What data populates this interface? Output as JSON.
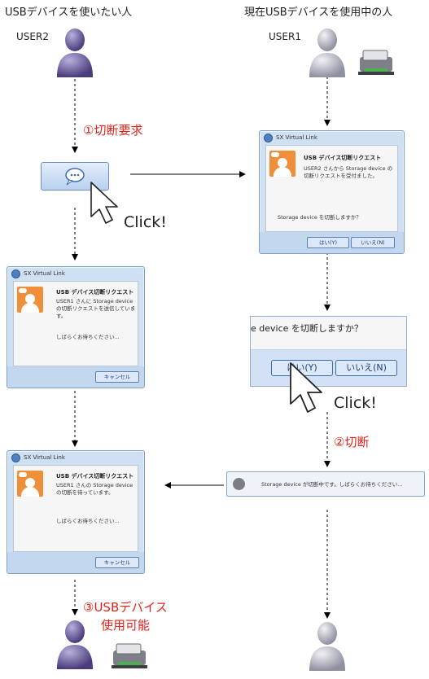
{
  "headers": {
    "left": "USBデバイスを使いたい人",
    "right": "現在USBデバイスを使用中の人"
  },
  "users": {
    "user2": "USER2",
    "user1": "USER1"
  },
  "steps": {
    "step1": "①切断要求",
    "step2": "②切断",
    "step3_line1": "③USBデバイス",
    "step3_line2": "使用可能"
  },
  "click_label_1": "Click!",
  "click_label_2": "Click!",
  "dialog_request": {
    "window_title": "SX Virtual Link",
    "heading": "USB デバイス切断リクエスト",
    "message": "USER2 さんから Storage device の切断リクエストを受付ました。",
    "question": "Storage device を切断しますか？",
    "yes_button": "はい(Y)",
    "no_button": "いいえ(N)"
  },
  "dialog_waiting_1": {
    "window_title": "SX Virtual Link",
    "heading": "USB デバイス切断リクエスト",
    "message": "USER1 さんに Storage device の切断リクエストを送信しています。",
    "note": "しばらくお待ちください...",
    "cancel_button": "キャンセル"
  },
  "dialog_waiting_2": {
    "window_title": "SX Virtual Link",
    "heading": "USB デバイス切断リクエスト",
    "message": "USER1 さんの Storage device の切断を待っています。",
    "note": "しばらくお待ちください...",
    "cancel_button": "キャンセル"
  },
  "zoomed_dialog": {
    "question": "e device を切断しますか？",
    "yes_button": "はい(Y)",
    "no_button": "いいえ(N)"
  },
  "notification": {
    "text": "Storage device が切断中です。しばらくお待ちください..."
  },
  "colors": {
    "step_red": "#e2231a",
    "person_dark": "#5a4a8a",
    "person_light": "#8f90a0",
    "dialog_blue": "#cfe0f3",
    "accent_orange": "#ef8f3a"
  }
}
